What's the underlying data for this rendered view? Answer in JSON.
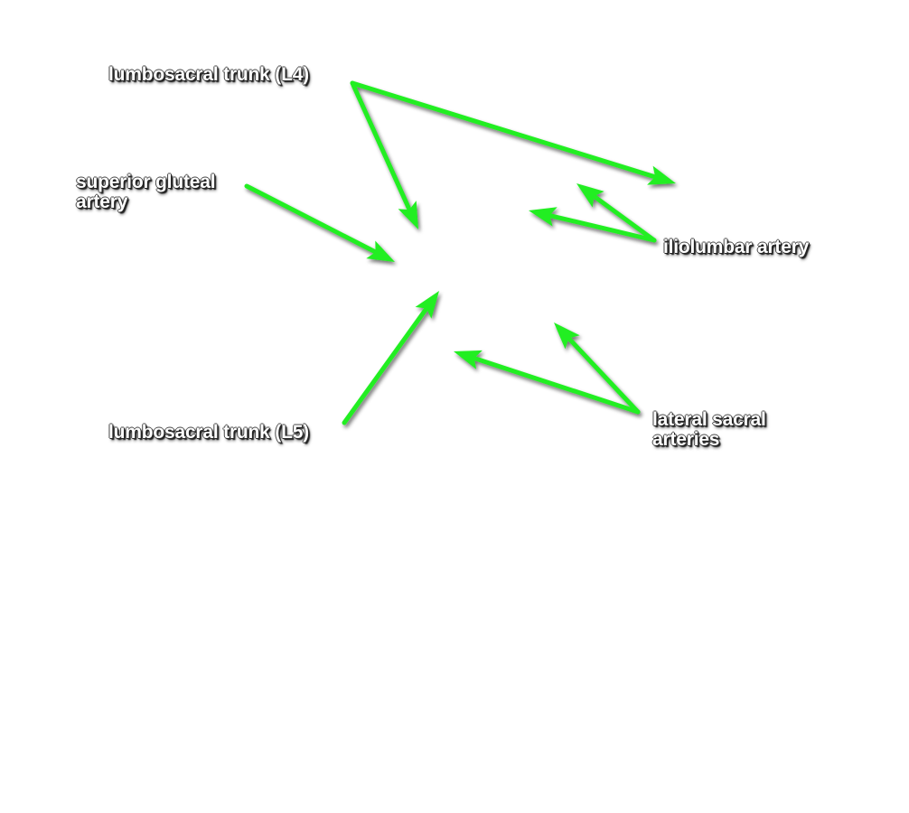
{
  "labels": {
    "lumbosacral_l4": "lumbosacral trunk (L4)",
    "superior_gluteal_line1": "superior gluteal",
    "superior_gluteal_line2": "artery",
    "iliolumbar": "iliolumbar artery",
    "lumbosacral_l5": "lumbosacral trunk (L5)",
    "lateral_sacral_line1": "lateral sacral",
    "lateral_sacral_line2": "arteries"
  },
  "colors": {
    "background": "#ffffff",
    "arrow": "#22ee22",
    "label_text": "#ffffff",
    "label_outline": "#222222"
  }
}
